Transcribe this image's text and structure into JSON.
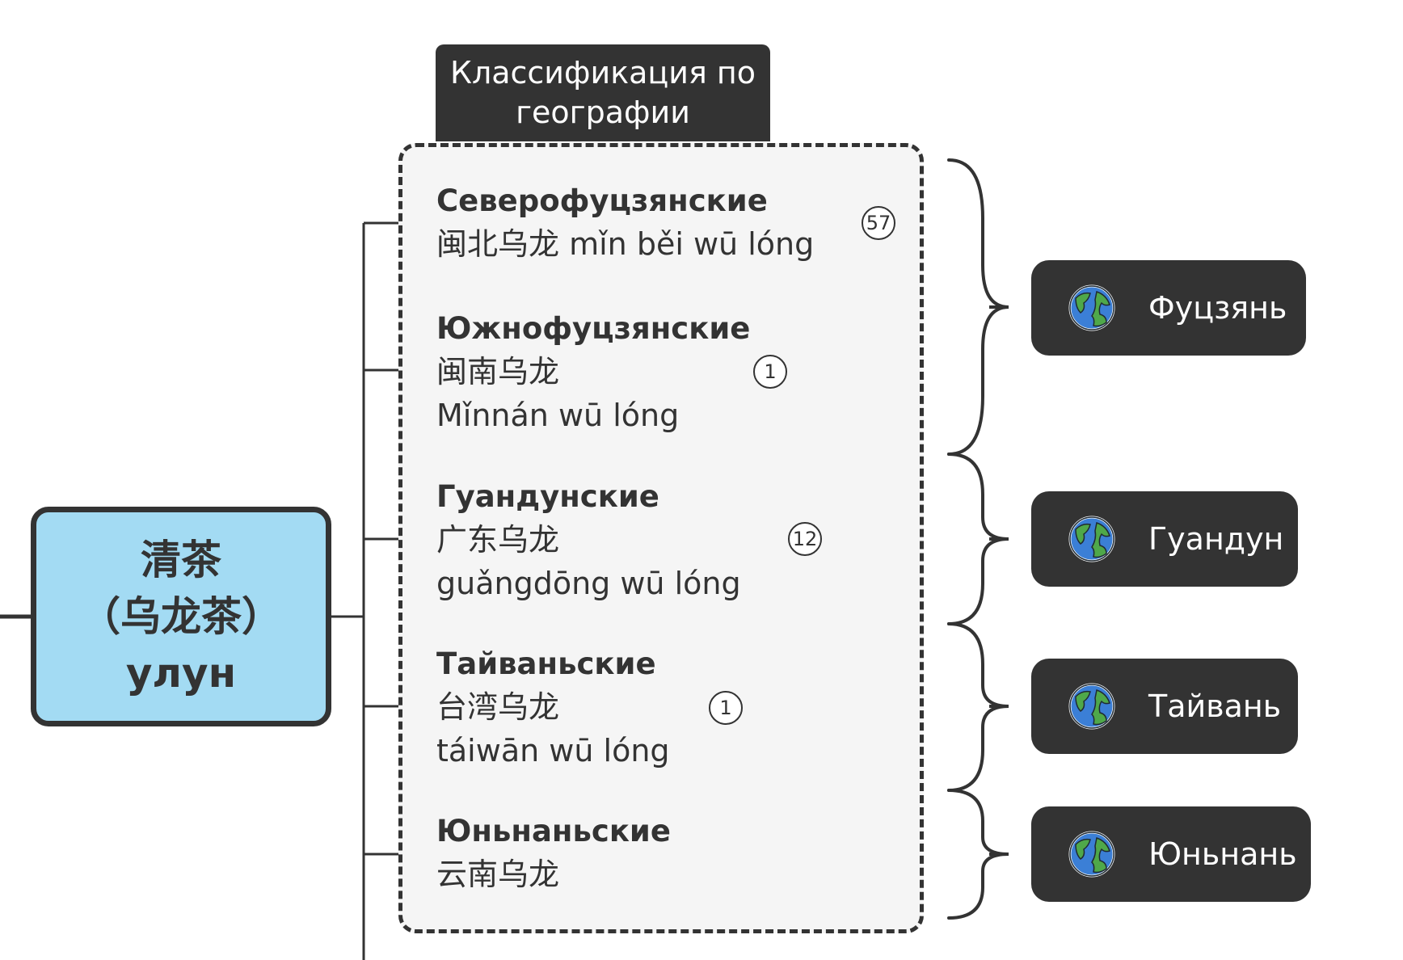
{
  "root": {
    "line1": "清茶",
    "line2": "（乌龙茶）",
    "line3": "улун"
  },
  "group": {
    "title_line1": "Классификация по",
    "title_line2": "географии"
  },
  "topics": [
    {
      "title": "Северофуцзянские",
      "lines": [
        "闽北乌龙 mǐn běi wū lóng"
      ],
      "badge": "57"
    },
    {
      "title": "Южнофуцзянские",
      "lines": [
        "闽南乌龙",
        "Mǐnnán wū lóng"
      ],
      "badge": "1"
    },
    {
      "title": "Гуандунские",
      "lines": [
        "广东乌龙",
        "guǎngdōng wū lóng"
      ],
      "badge": "12"
    },
    {
      "title": "Тайваньские",
      "lines": [
        "台湾乌龙",
        "táiwān wū lóng"
      ],
      "badge": "1"
    },
    {
      "title": "Юньнаньские",
      "lines": [
        "云南乌龙"
      ],
      "badge": ""
    }
  ],
  "regions": [
    {
      "label": "Фуцзянь",
      "icon": "globe-icon"
    },
    {
      "label": "Гуандун",
      "icon": "globe-icon"
    },
    {
      "label": "Тайвань",
      "icon": "globe-icon"
    },
    {
      "label": "Юньнань",
      "icon": "globe-icon"
    }
  ],
  "colors": {
    "root_fill": "#a3dbf3",
    "dark": "#333333",
    "group_fill": "#f5f5f5",
    "globe_ocean": "#3b7fd6",
    "globe_land": "#4fa84a"
  }
}
